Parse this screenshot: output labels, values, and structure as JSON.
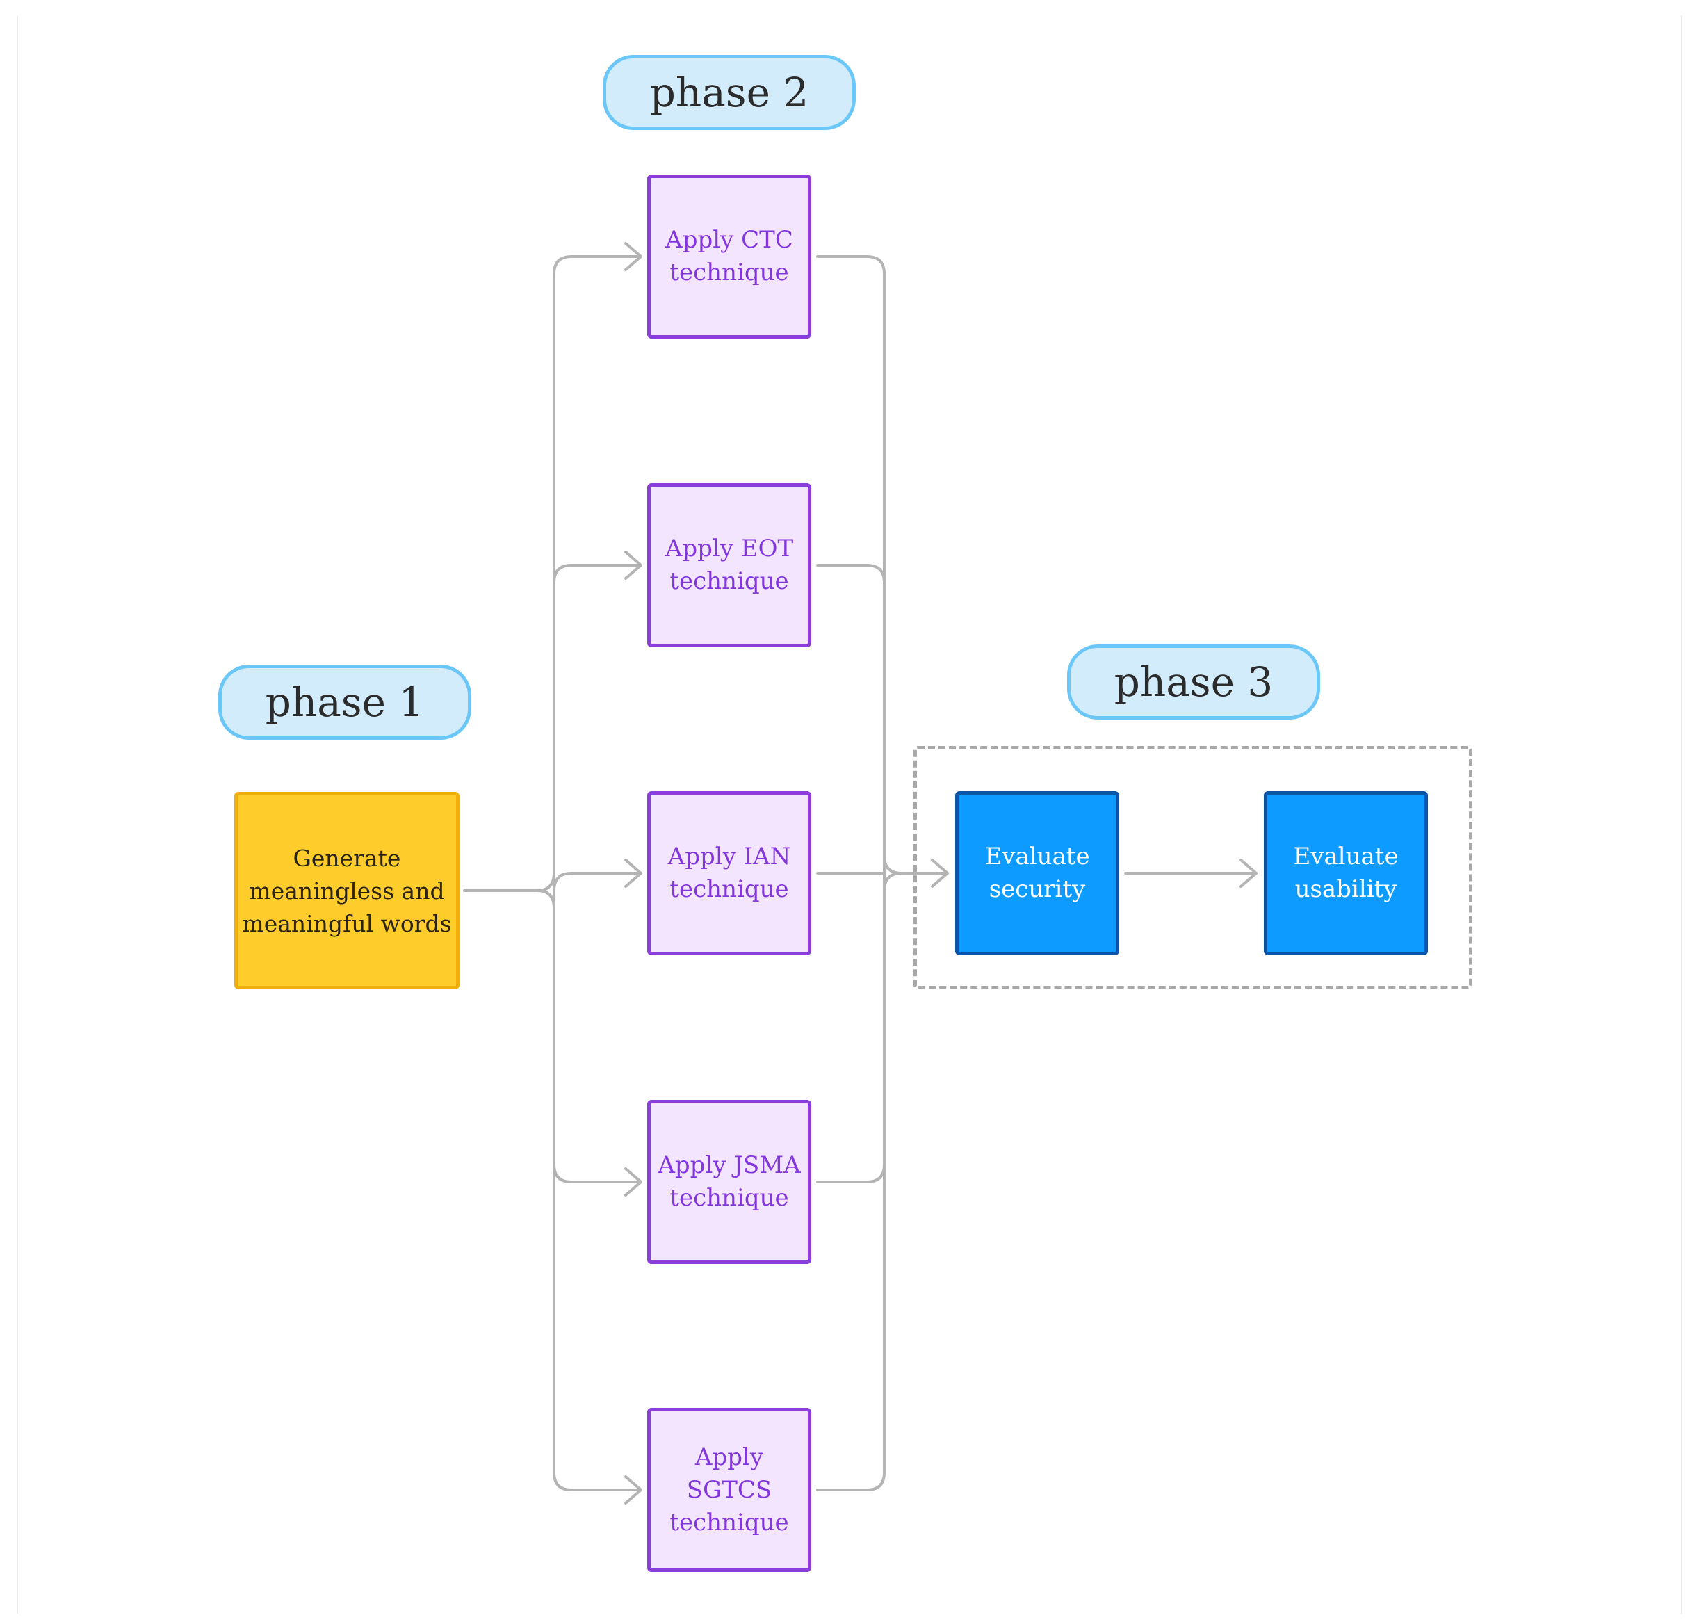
{
  "phases": {
    "phase1": "phase 1",
    "phase2": "phase 2",
    "phase3": "phase 3"
  },
  "input_step": {
    "lines": [
      "Generate",
      "meaningless and",
      "meaningful words"
    ]
  },
  "techniques": [
    {
      "lines": [
        "Apply CTC",
        "technique"
      ]
    },
    {
      "lines": [
        "Apply EOT",
        "technique"
      ]
    },
    {
      "lines": [
        "Apply IAN",
        "technique"
      ]
    },
    {
      "lines": [
        "Apply JSMA",
        "technique"
      ]
    },
    {
      "lines": [
        "Apply",
        "SGTCS",
        "technique"
      ]
    }
  ],
  "evaluation": {
    "security": {
      "lines": [
        "Evaluate",
        "security"
      ]
    },
    "usability": {
      "lines": [
        "Evaluate",
        "usability"
      ]
    }
  },
  "colors": {
    "connector": "#b4b4b4",
    "phase_fill": "#d2ecfc",
    "phase_border": "#6bc7f7",
    "input_fill": "#ffcd2b",
    "technique_fill": "#f2e5fd",
    "technique_border": "#8a3fdc",
    "evaluation_fill": "#0d9bff"
  }
}
